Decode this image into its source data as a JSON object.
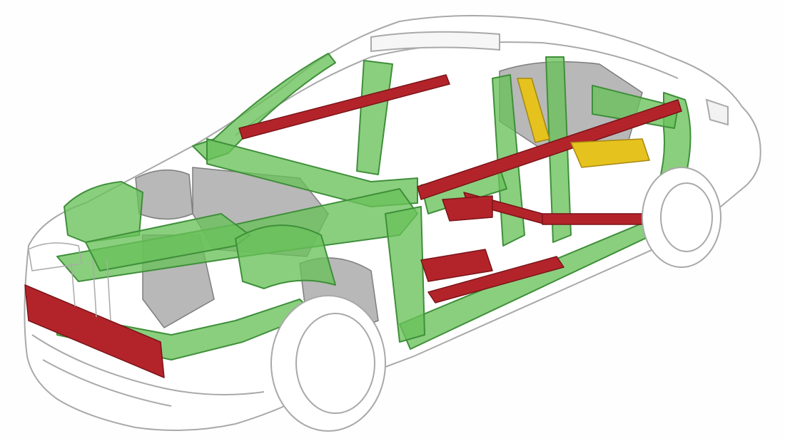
{
  "diagram": {
    "colors": {
      "background": "#fefefe",
      "outline": "#a9a9a9",
      "steel_green": "#69c25a",
      "steel_green_dark": "#3f8f3a",
      "reinforcement_red": "#b3242a",
      "reinforcement_yellow": "#e6c21e",
      "mechanics_grey": "#b8b8b8"
    },
    "components": [
      {
        "name": "outer-body-outline",
        "color_key": "outline"
      },
      {
        "name": "front-bumper-beam",
        "color_key": "reinforcement_red"
      },
      {
        "name": "roof-cross-member",
        "color_key": "reinforcement_red"
      },
      {
        "name": "door-intrusion-beam",
        "color_key": "reinforcement_red"
      },
      {
        "name": "floor-cross-members",
        "color_key": "reinforcement_red"
      },
      {
        "name": "rear-seat-reinforcement",
        "color_key": "reinforcement_yellow"
      },
      {
        "name": "a-pillar",
        "color_key": "steel_green"
      },
      {
        "name": "b-pillar",
        "color_key": "steel_green"
      },
      {
        "name": "c-pillar",
        "color_key": "steel_green"
      },
      {
        "name": "side-sill",
        "color_key": "steel_green"
      },
      {
        "name": "front-longitudinal-rail",
        "color_key": "steel_green"
      },
      {
        "name": "engine-bay-mechanics",
        "color_key": "mechanics_grey"
      },
      {
        "name": "front-wheel",
        "color_key": "outline"
      },
      {
        "name": "rear-wheel",
        "color_key": "outline"
      }
    ]
  }
}
